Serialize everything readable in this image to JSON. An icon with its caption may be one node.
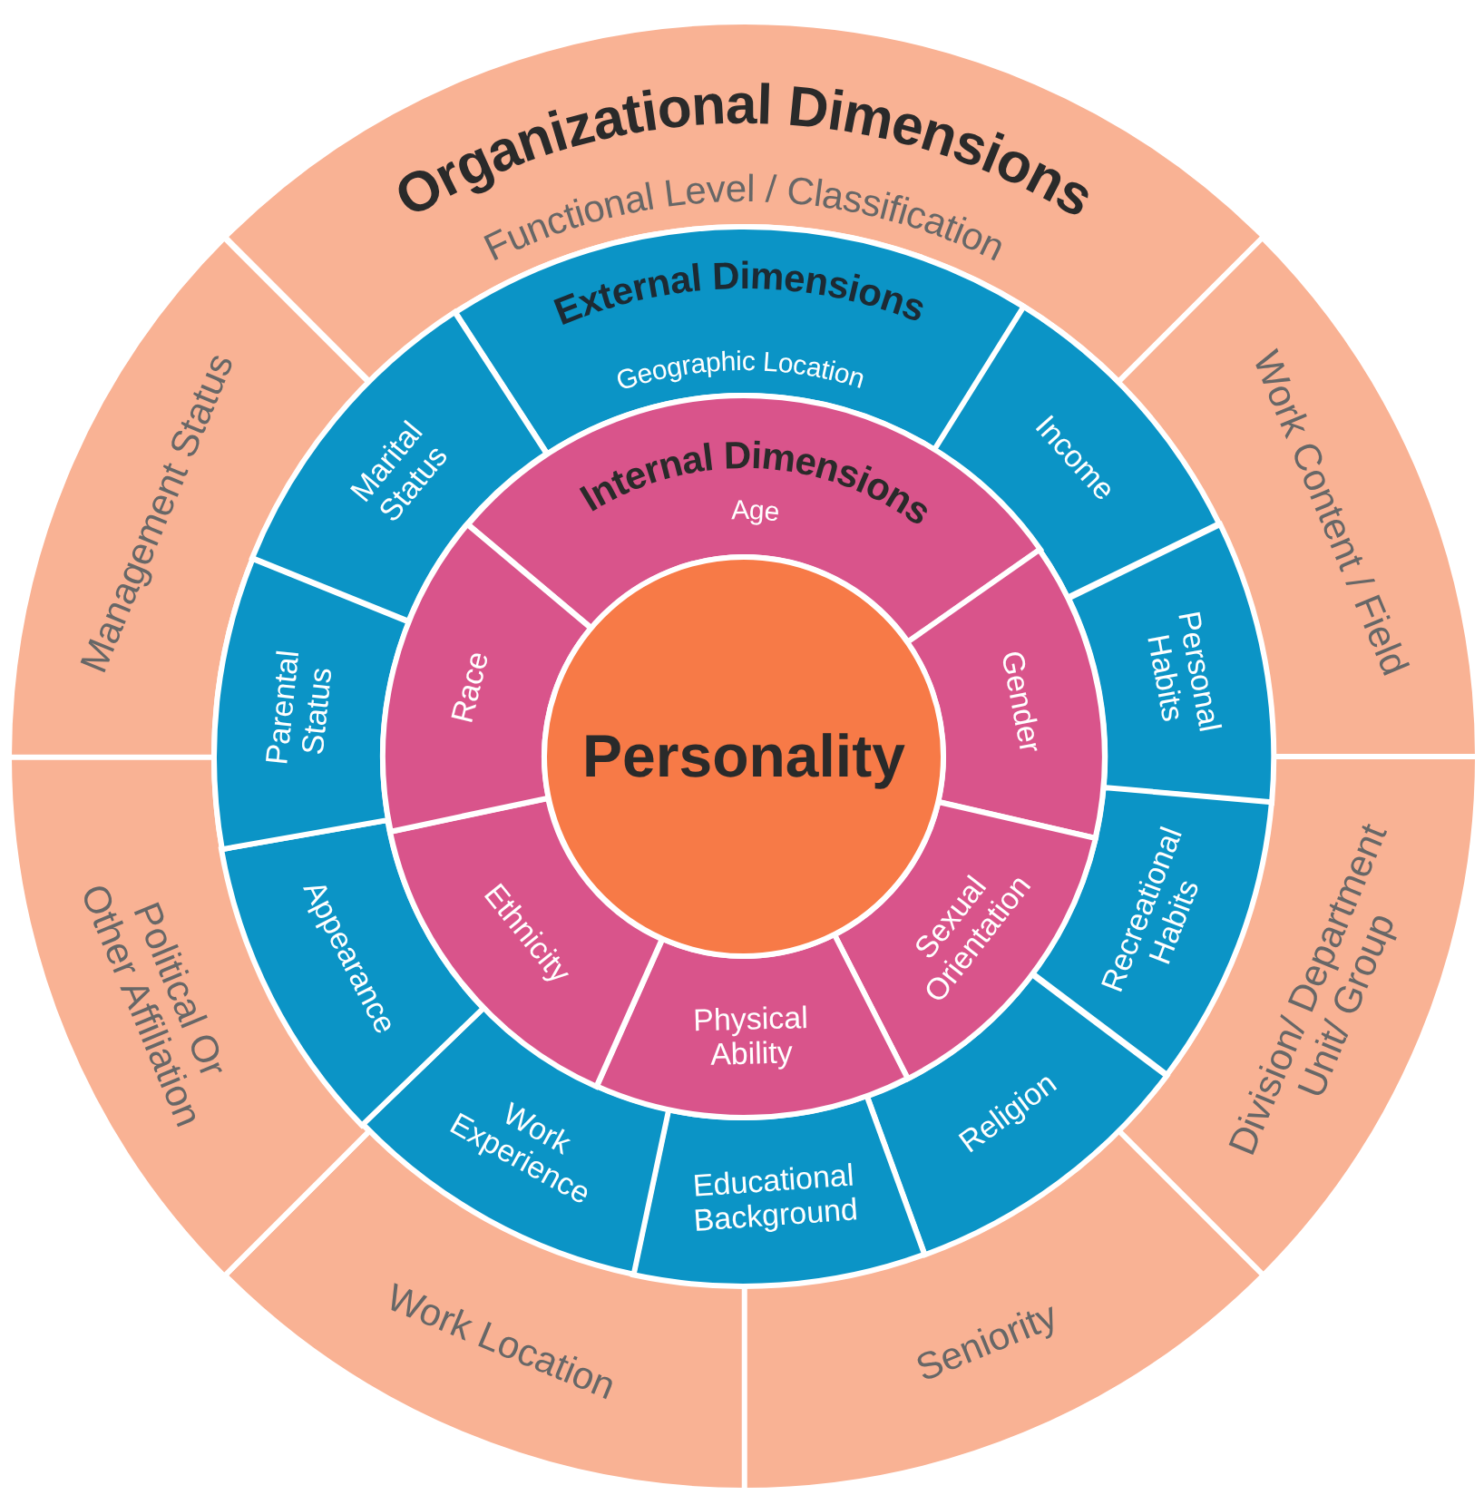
{
  "diagram": {
    "nodes": [
      {
        "text": [
          "Organizational Dimensions",
          "Functional Level / Classification"
        ]
      },
      {
        "text": [
          "Work Content / Field"
        ]
      },
      {
        "text": [
          "Division/ Department Unit/ Group"
        ]
      },
      {
        "text": [
          "Seniority"
        ]
      },
      {
        "text": [
          "Work Location"
        ]
      },
      {
        "text": [
          "Political Or Other Affiliation"
        ]
      },
      {
        "text": [
          "Management Status"
        ]
      },
      {
        "text": [
          "External Dimensions",
          "Geographic Location"
        ]
      },
      {
        "text": [
          "Income"
        ]
      },
      {
        "text": [
          "Personal Habits"
        ]
      },
      {
        "text": [
          "Recreational Habits"
        ]
      },
      {
        "text": [
          "Religion"
        ]
      },
      {
        "text": [
          "Educational Background"
        ]
      },
      {
        "text": [
          "Work Experience"
        ]
      },
      {
        "text": [
          "Appearance"
        ]
      },
      {
        "text": [
          "Parental Status"
        ]
      },
      {
        "text": [
          "Marital Status"
        ]
      },
      {
        "text": [
          "Internal Dimensions",
          "Age"
        ]
      },
      {
        "text": [
          "Gender"
        ]
      },
      {
        "text": [
          "Sexual Orientation"
        ]
      },
      {
        "text": [
          "Physical Ability"
        ]
      },
      {
        "text": [
          "Ethnicity"
        ]
      },
      {
        "text": [
          "Race"
        ]
      },
      {
        "text": [
          "Personality"
        ]
      }
    ]
  }
}
